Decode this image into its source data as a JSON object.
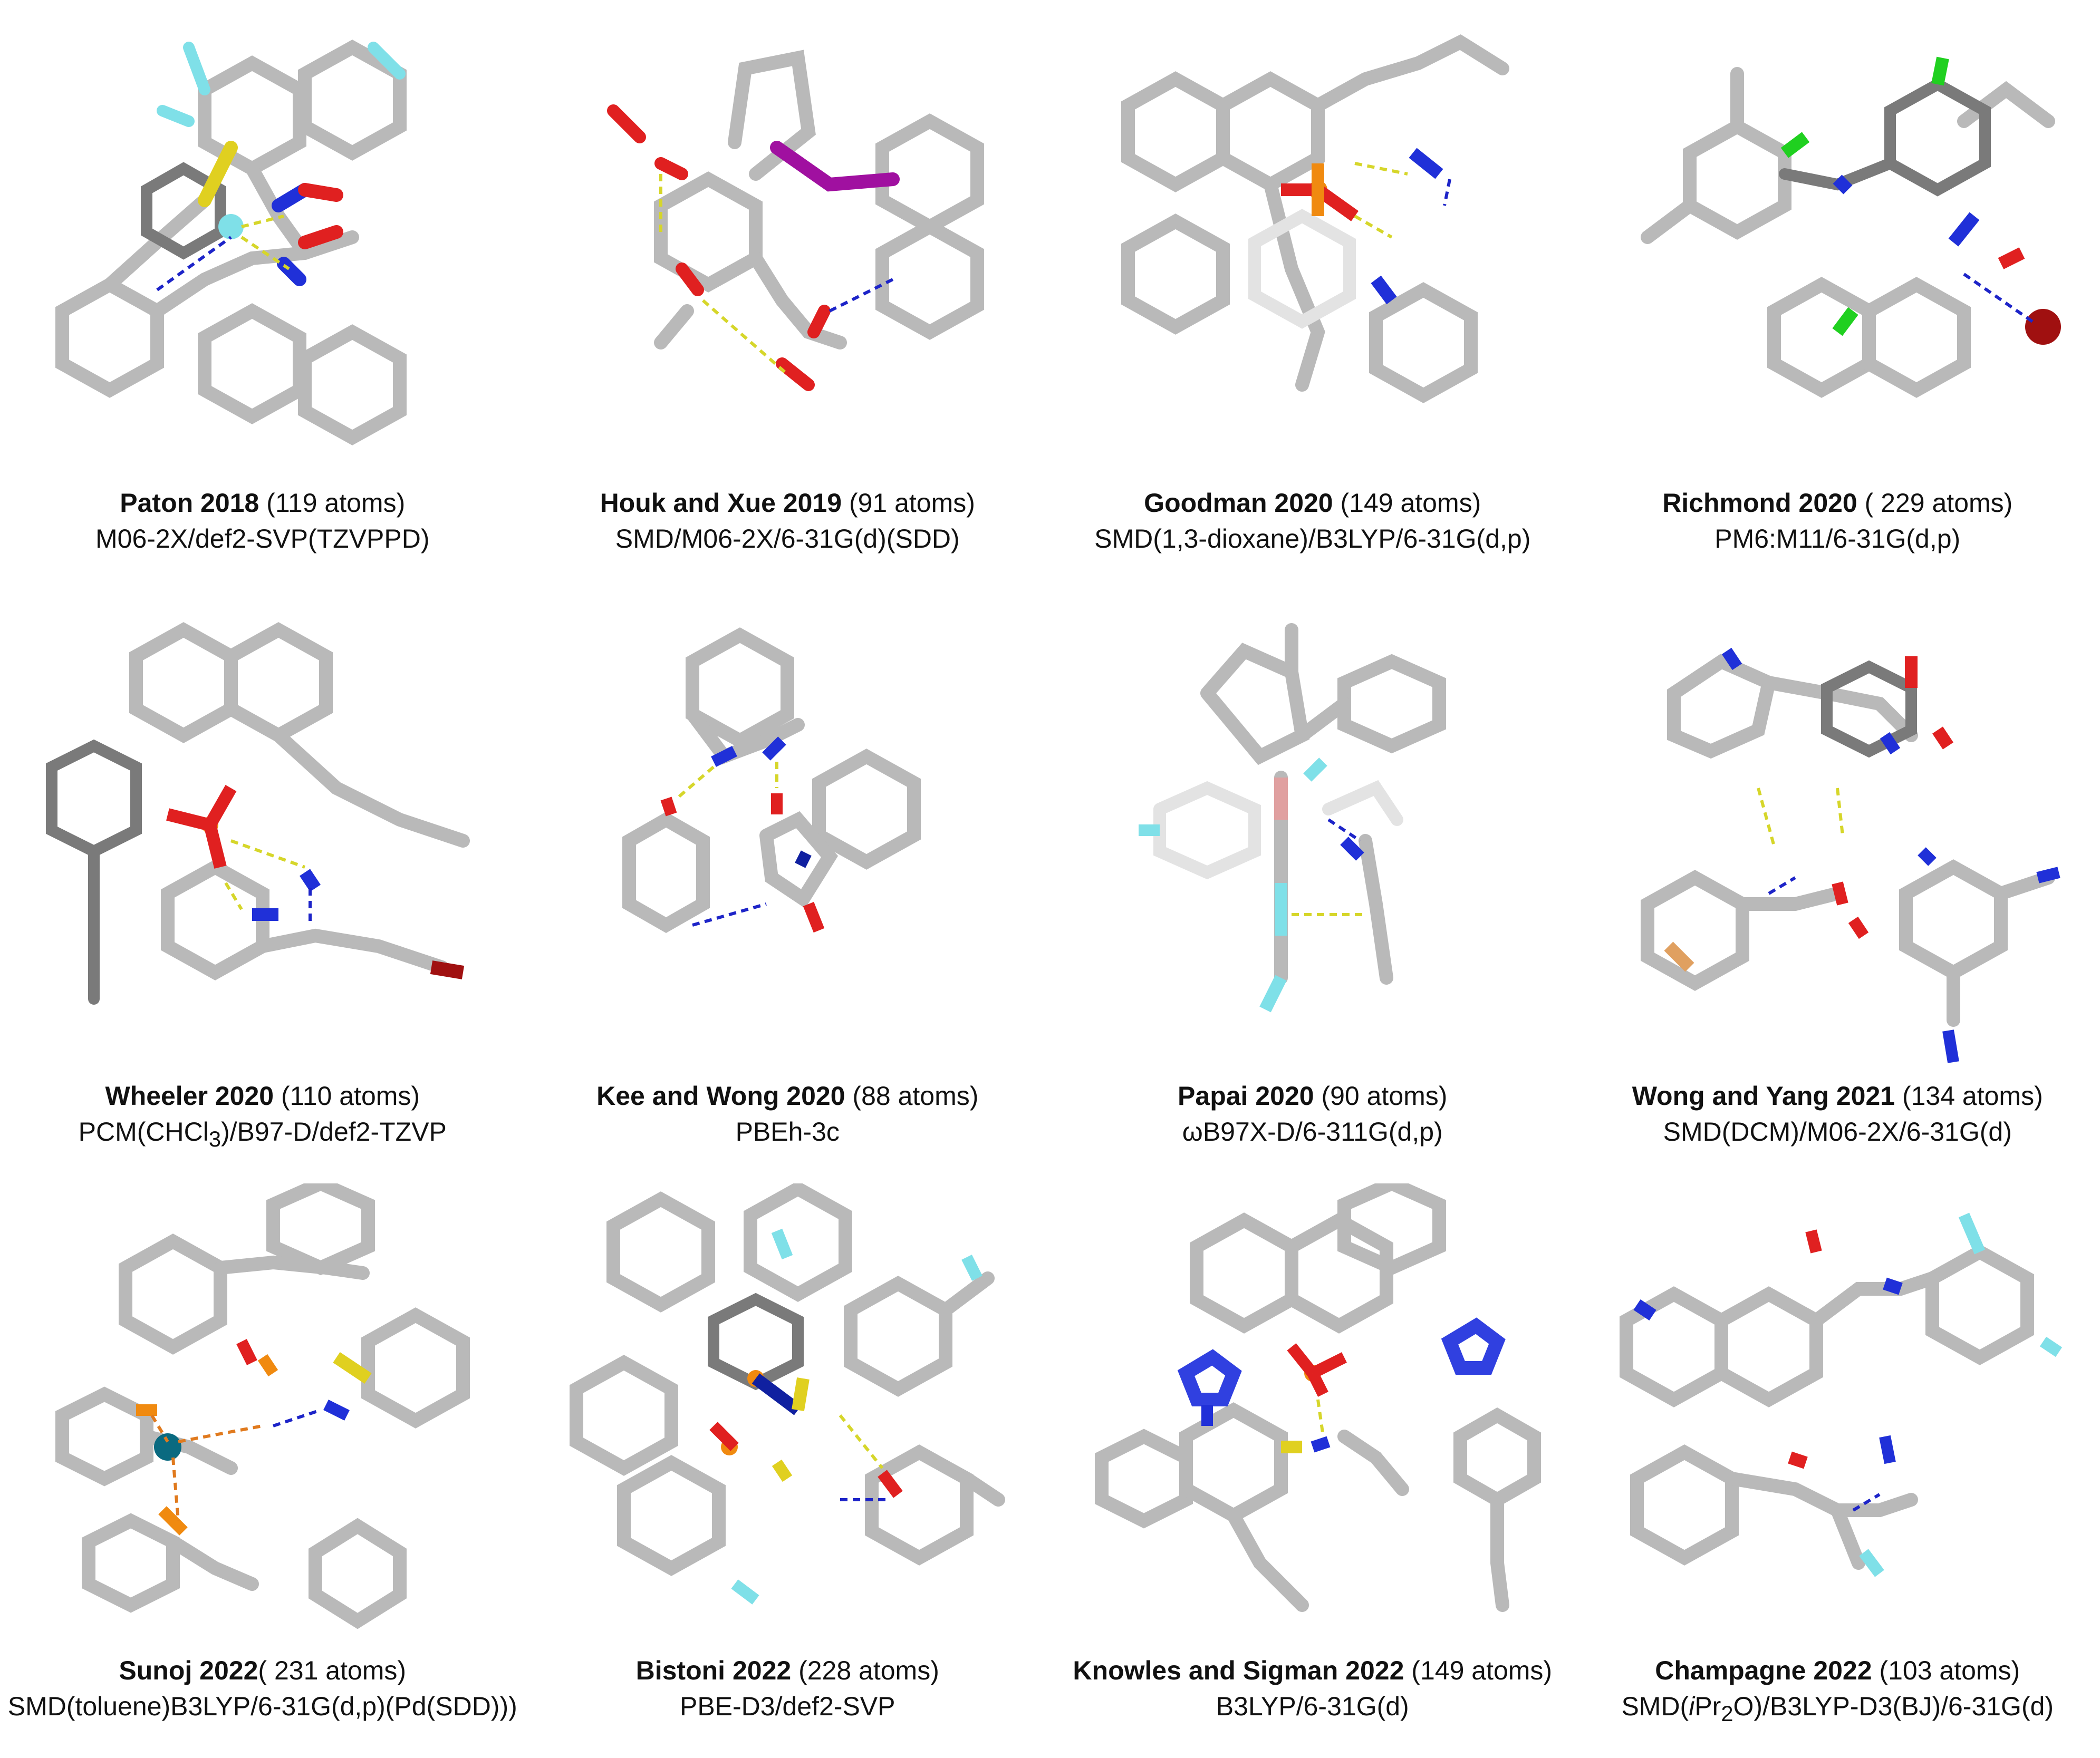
{
  "panels": [
    {
      "author": "Paton 2018",
      "atoms": " (119 atoms)",
      "method": "M06-2X/def2-SVP(TZVPPD)"
    },
    {
      "author": "Houk and Xue 2019",
      "atoms": " (91 atoms)",
      "method": "SMD/M06-2X/6-31G(d)(SDD)"
    },
    {
      "author": "Goodman 2020",
      "atoms": " (149 atoms)",
      "method": "SMD(1,3-dioxane)/B3LYP/6-31G(d,p)"
    },
    {
      "author": "Richmond 2020",
      "atoms": " ( 229 atoms)",
      "method": "PM6:M11/6-31G(d,p)"
    },
    {
      "author": "Wheeler 2020",
      "atoms": " (110 atoms)",
      "method_pre": "PCM(CHCl",
      "method_sub": "3",
      "method_post": ")/B97-D/def2-TZVP"
    },
    {
      "author": "Kee and Wong 2020",
      "atoms": " (88 atoms)",
      "method": "PBEh-3c"
    },
    {
      "author": "Papai 2020",
      "atoms": " (90 atoms)",
      "method": "ωB97X-D/6-311G(d,p)"
    },
    {
      "author": "Wong and Yang 2021",
      "atoms": " (134 atoms)",
      "method": "SMD(DCM)/M06-2X/6-31G(d)"
    },
    {
      "author": "Sunoj 2022",
      "atoms": "( 231 atoms)",
      "method": "SMD(toluene)B3LYP/6-31G(d,p)(Pd(SDD)))"
    },
    {
      "author": "Bistoni 2022",
      "atoms": " (228 atoms)",
      "method": "PBE-D3/def2-SVP"
    },
    {
      "author": "Knowles and Sigman 2022",
      "atoms": " (149 atoms)",
      "method": "B3LYP/6-31G(d)"
    },
    {
      "author": "Champagne 2022",
      "atoms": " (103 atoms)",
      "method_pre": "SMD(",
      "method_ital": "i",
      "method_mid": "Pr",
      "method_sub": "2",
      "method_post": "O)/B3LYP-D3(BJ)/6-31G(d)"
    }
  ],
  "colors": {
    "carbon": "#b9b9b9",
    "oxygen": "#e02020",
    "nitrogen": "#2030d8",
    "fluorine": "#7fe0e8",
    "phosphorus": "#f08a10",
    "sulfur": "#e0d020",
    "chlorine": "#20d020",
    "bromine": "#a01010",
    "iodine": "#a010a0",
    "palladium": "#0a6a80",
    "hbond_yellow": "#d6d62a",
    "hbond_blue": "#1d24c8"
  }
}
